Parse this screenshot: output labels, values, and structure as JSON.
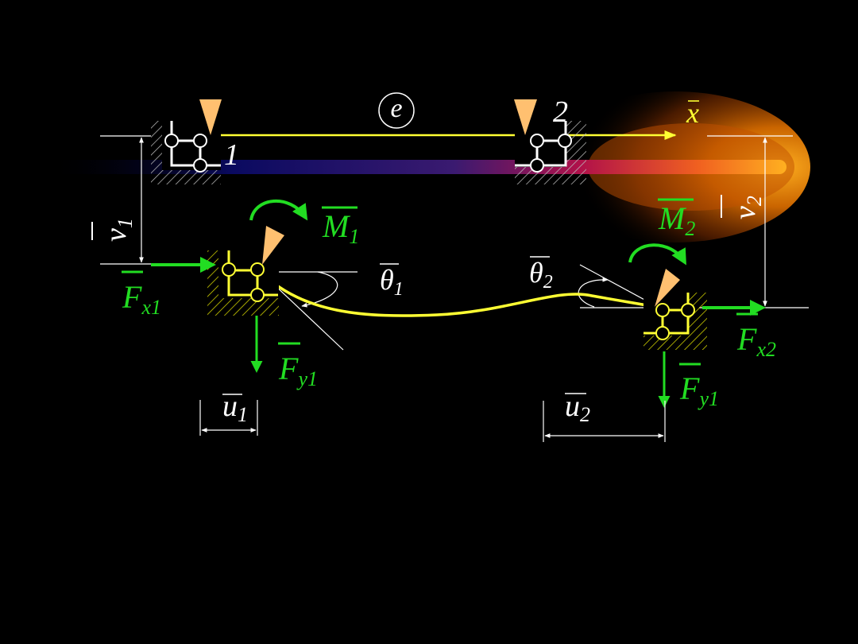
{
  "colors": {
    "background": "#000000",
    "white": "#ffffff",
    "yellow": "#ffff33",
    "green": "#22dd22",
    "orange": "#ffc070",
    "hatch": "#888888",
    "flame_core": "#ffb020",
    "flame_outer": "#a24400"
  },
  "labels": {
    "element": "e",
    "node1": "1",
    "node2": "2",
    "xbar": "x",
    "v1": "v",
    "v1_sub": "1",
    "v2": "v",
    "v2_sub": "2",
    "M1": "M",
    "M1_sub": "1",
    "M2": "M",
    "M2_sub": "2",
    "theta1": "θ",
    "theta1_sub": "1",
    "theta2": "θ",
    "theta2_sub": "2",
    "Fx1": "F",
    "Fx1_sub": "x1",
    "Fx2": "F",
    "Fx2_sub": "x2",
    "Fy1_left": "F",
    "Fy1_left_sub": "y1",
    "Fy1_right": "F",
    "Fy1_right_sub": "y1",
    "u1": "u",
    "u1_sub": "1",
    "u2": "u",
    "u2_sub": "2"
  }
}
